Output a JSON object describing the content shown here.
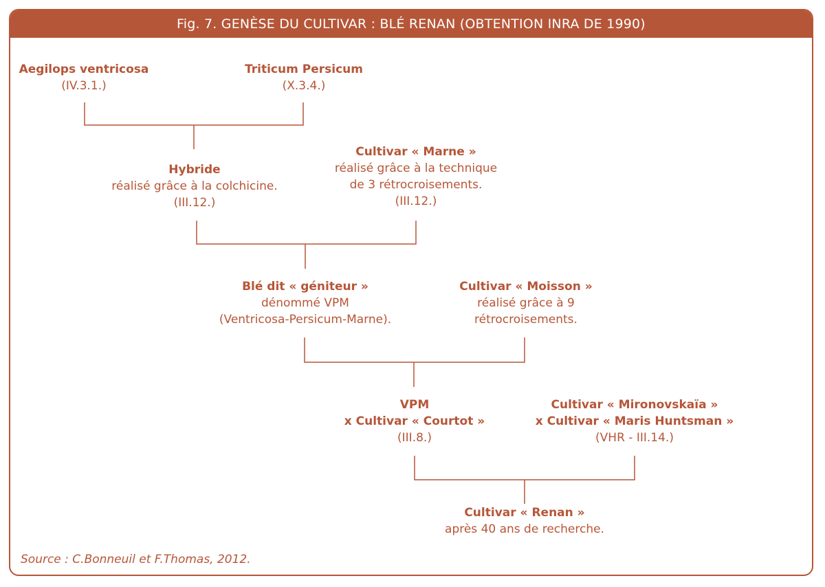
{
  "title": "Fig. 7. GENÈSE DU CULTIVAR : BLÉ RENAN (OBTENTION INRA DE 1990)",
  "colors": {
    "accent": "#b65638",
    "text": "#b65638",
    "title_text": "#ffffff"
  },
  "nodes": {
    "aegilops": {
      "name": "Aegilops ventricosa",
      "ref": "(IV.3.1.)"
    },
    "triticum": {
      "name": "Triticum Persicum",
      "ref": "(X.3.4.)"
    },
    "hybride": {
      "name": "Hybride",
      "line1": "réalisé grâce à la colchicine.",
      "ref": "(III.12.)"
    },
    "marne": {
      "name": "Cultivar « Marne »",
      "line1": "réalisé grâce à la technique",
      "line2": "de 3 rétrocroisements.",
      "ref": "(III.12.)"
    },
    "geniteur": {
      "name": "Blé dit « géniteur »",
      "line1": "dénommé VPM",
      "line2": "(Ventricosa-Persicum-Marne)."
    },
    "moisson": {
      "name": "Cultivar « Moisson »",
      "line1": "réalisé grâce à 9",
      "line2": "rétrocroisements."
    },
    "vpm_courtot": {
      "name": "VPM",
      "line1": "x Cultivar « Courtot »",
      "ref": "(III.8.)"
    },
    "mironovskaia": {
      "name": "Cultivar « Mironovskaïa »",
      "line1": "x Cultivar « Maris Huntsman »",
      "ref": "(VHR - III.14.)"
    },
    "renan": {
      "name": "Cultivar « Renan »",
      "line1": "après 40 ans de recherche."
    }
  },
  "source": "Source : C.Bonneuil et F.Thomas, 2012."
}
